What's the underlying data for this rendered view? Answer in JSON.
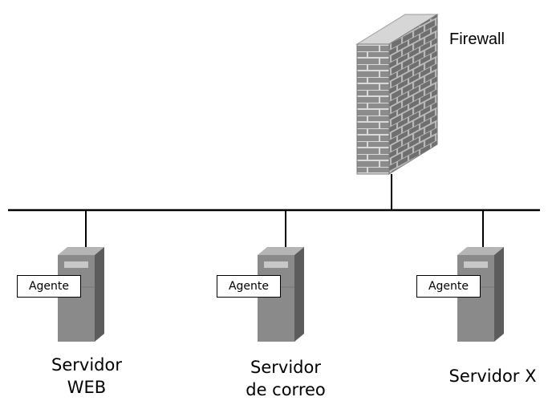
{
  "firewall": {
    "label": "Firewall",
    "icon": "brick-wall-icon"
  },
  "network": {
    "icon": "network-bus-line"
  },
  "servers": [
    {
      "line1": "Servidor",
      "line2": "WEB",
      "agent": "Agente",
      "icon": "server-tower-icon"
    },
    {
      "line1": "Servidor",
      "line2": "de correo",
      "agent": "Agente",
      "icon": "server-tower-icon"
    },
    {
      "line1": "Servidor X",
      "line2": "",
      "agent": "Agente",
      "icon": "server-tower-icon"
    }
  ],
  "colors": {
    "brick": "#8c8c8c",
    "brick_dark": "#6f6f6f",
    "mortar": "#d9d9d9",
    "wall_top": "#d6d6d6",
    "server_front": "#8a8a8a",
    "server_side": "#5c5c5c",
    "server_top": "#b5b5b5",
    "line": "#000000"
  }
}
